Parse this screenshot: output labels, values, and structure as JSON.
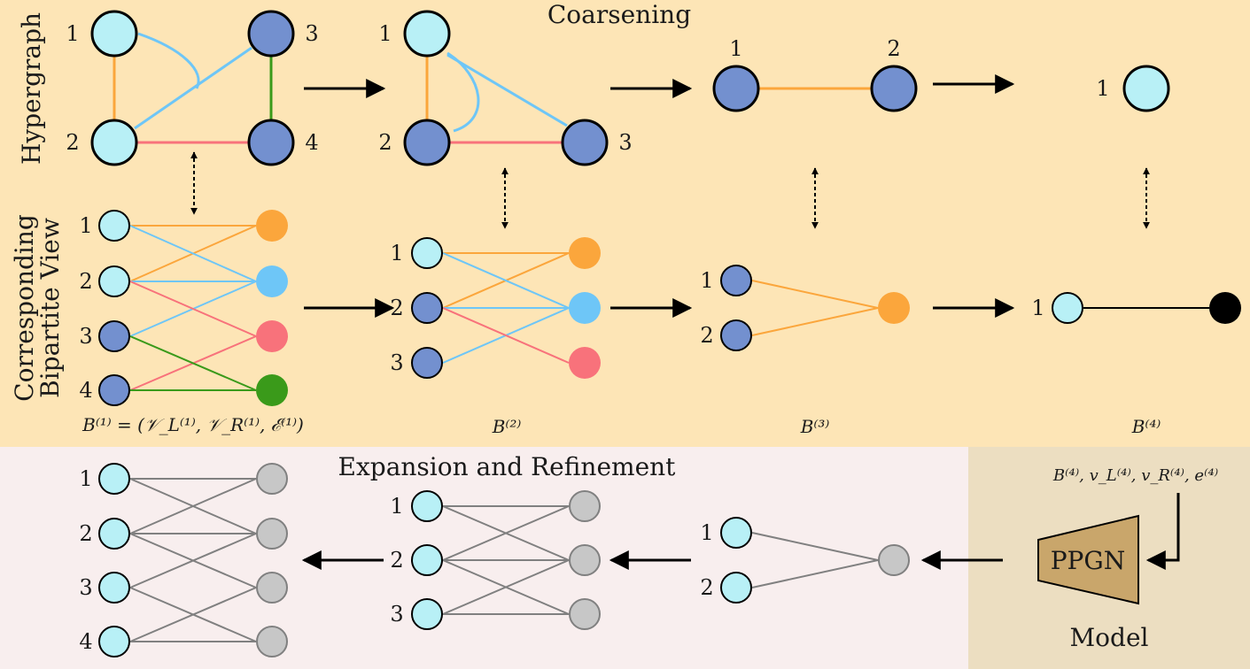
{
  "title": "Coarsening",
  "bottom_title": "Expansion and Refinement",
  "row_labels": {
    "hypergraph": "Hypergraph",
    "bipartite_1": "Corresponding",
    "bipartite_2": "Bipartite View"
  },
  "node_labels": {
    "n1": "1",
    "n2": "2",
    "n3": "3",
    "n4": "4"
  },
  "captions": {
    "b1": "B⁽¹⁾ = (𝒱_L⁽¹⁾, 𝒱_R⁽¹⁾, ℰ⁽¹⁾)",
    "b2": "B⁽²⁾",
    "b3": "B⁽³⁾",
    "b4": "B⁽⁴⁾",
    "model_input": "B⁽⁴⁾, v_L⁽⁴⁾, v_R⁽⁴⁾, e⁽⁴⁾"
  },
  "model": {
    "name": "PPGN",
    "label": "Model"
  },
  "colors": {
    "top_bg": "#fde5b6",
    "bottom_bg": "#f8eeee",
    "model_bg": "#ecdec1",
    "light_node": "#b8f0f6",
    "dark_node": "#7390cf",
    "orange": "#fba63c",
    "blue": "#6ec6f7",
    "red": "#f8727b",
    "green": "#3a9a1a",
    "gray": "#c7c7c7",
    "black": "#000000",
    "ppgn_fill": "#c9a66b"
  }
}
